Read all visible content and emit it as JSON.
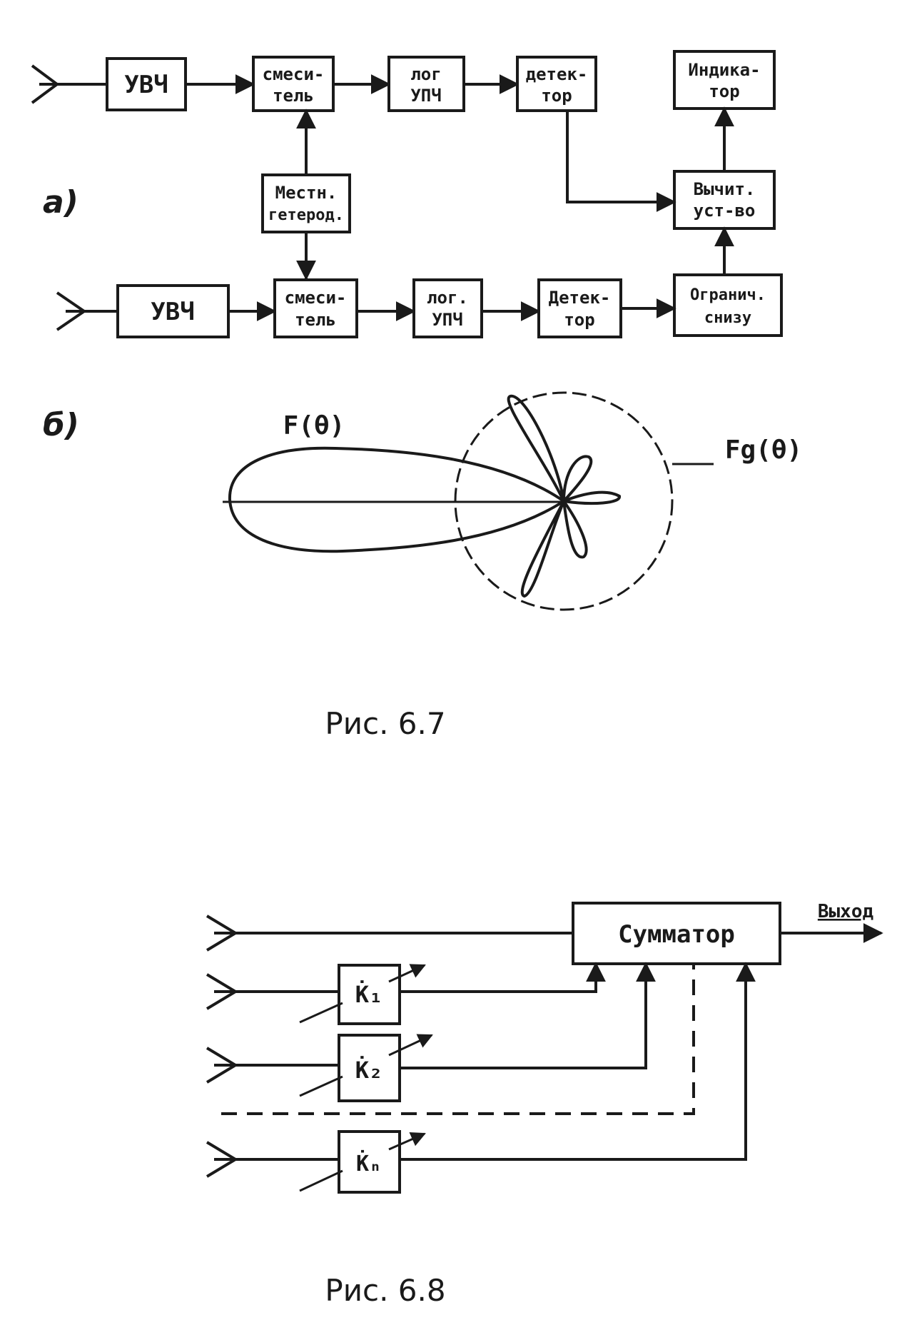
{
  "fig67": {
    "label_a": "а)",
    "label_b": "б)",
    "top_row": {
      "amp": "УВЧ",
      "mixer": [
        "смеси-",
        "тель"
      ],
      "log_if": [
        "лог",
        "УПЧ"
      ],
      "detector": [
        "детек-",
        "тор"
      ],
      "indicator": [
        "Индика-",
        "тор"
      ]
    },
    "middle": {
      "local_osc": [
        "Местн.",
        "гетерод."
      ],
      "subtractor": [
        "Вычит.",
        "уст-во"
      ],
      "limiter": [
        "Огранич.",
        "снизу"
      ]
    },
    "bottom_row": {
      "amp": "УВЧ",
      "mixer": [
        "смеси-",
        "тель"
      ],
      "log_if": [
        "лог.",
        "УПЧ"
      ],
      "detector": [
        "Детек-",
        "тор"
      ]
    },
    "pattern_main": "F(θ)",
    "pattern_aux": "Fg(θ)",
    "caption": "Рис. 6.7"
  },
  "fig68": {
    "summator": "Сумматор",
    "output": "Выход",
    "k1": "K̇₁",
    "k2": "K̇₂",
    "kn": "K̇ₙ",
    "caption": "Рис. 6.8"
  }
}
